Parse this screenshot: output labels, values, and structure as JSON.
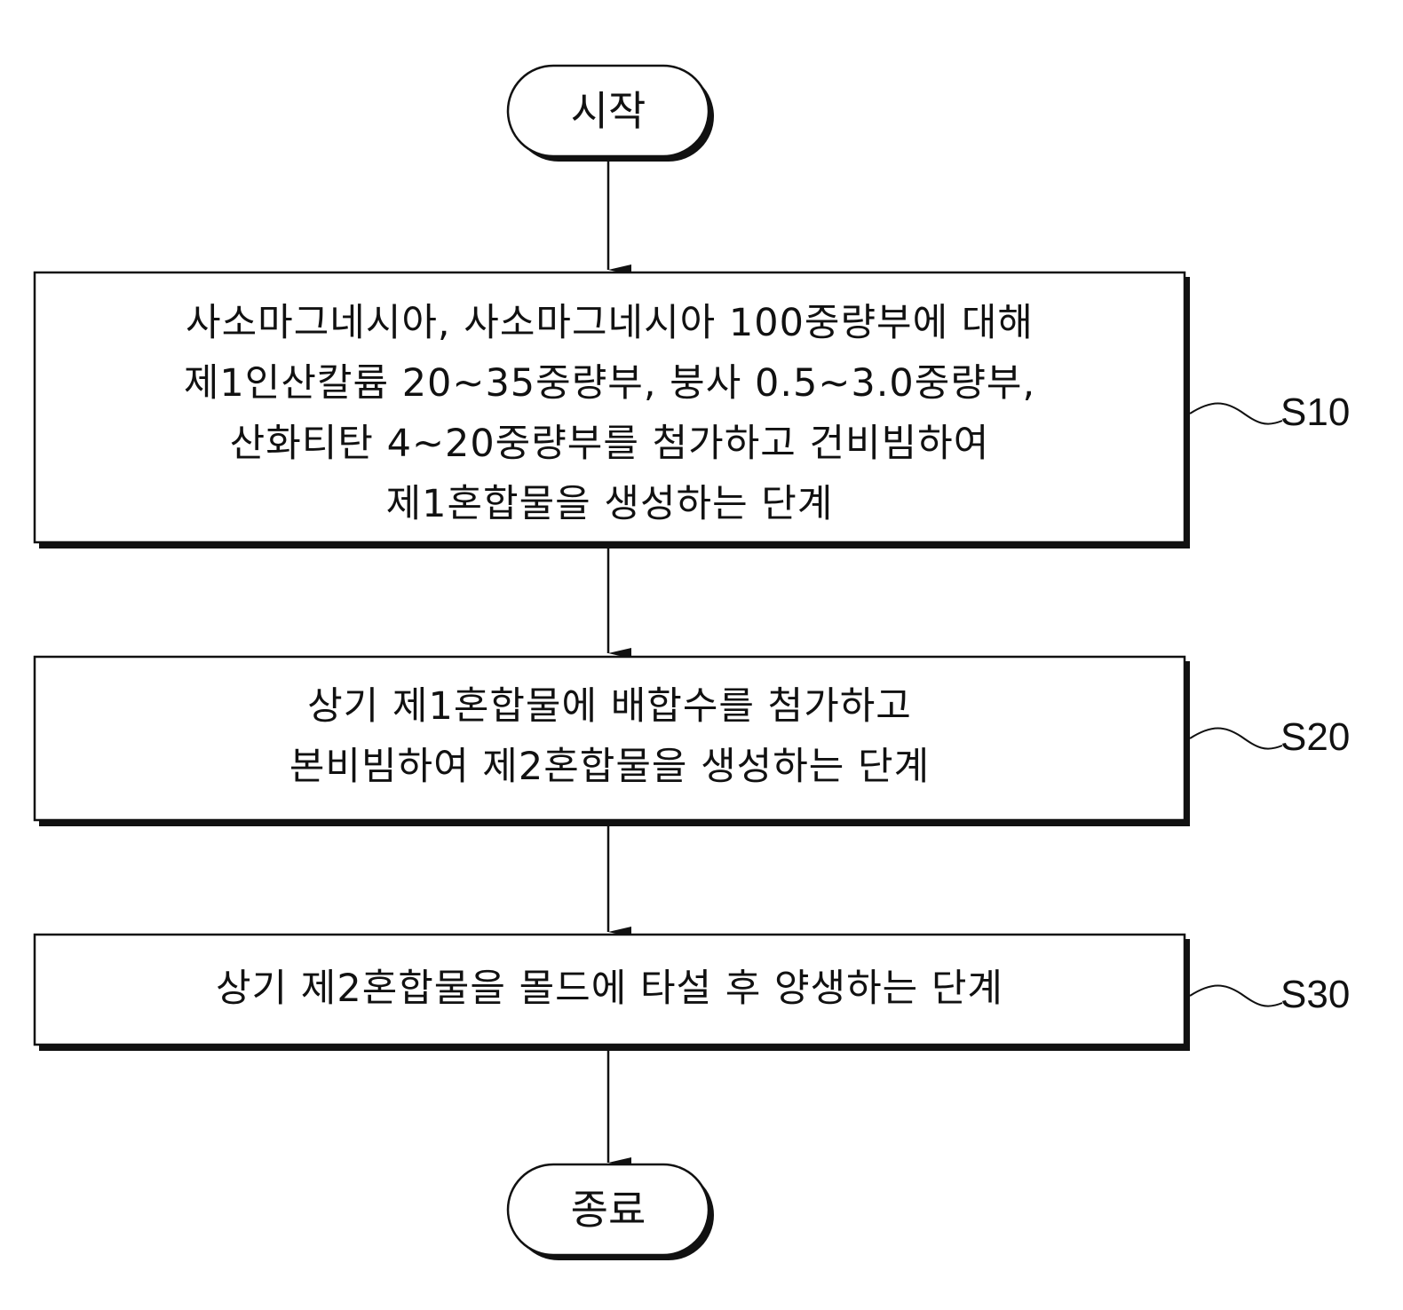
{
  "flowchart": {
    "start": {
      "label": "시작"
    },
    "end": {
      "label": "종료"
    },
    "steps": [
      {
        "id": "S10",
        "label": "S10",
        "lines": [
          "사소마그네시아, 사소마그네시아 100중량부에 대해",
          "제1인산칼륨 20~35중량부, 붕사 0.5~3.0중량부,",
          "산화티탄 4~20중량부를 첨가하고 건비빔하여",
          "제1혼합물을 생성하는 단계"
        ]
      },
      {
        "id": "S20",
        "label": "S20",
        "lines": [
          "상기 제1혼합물에 배합수를 첨가하고",
          "본비빔하여 제2혼합물을 생성하는 단계"
        ]
      },
      {
        "id": "S30",
        "label": "S30",
        "lines": [
          "상기 제2혼합물을 몰드에 타설 후 양생하는 단계"
        ]
      }
    ],
    "colors": {
      "stroke": "#111111",
      "background": "#ffffff"
    }
  }
}
